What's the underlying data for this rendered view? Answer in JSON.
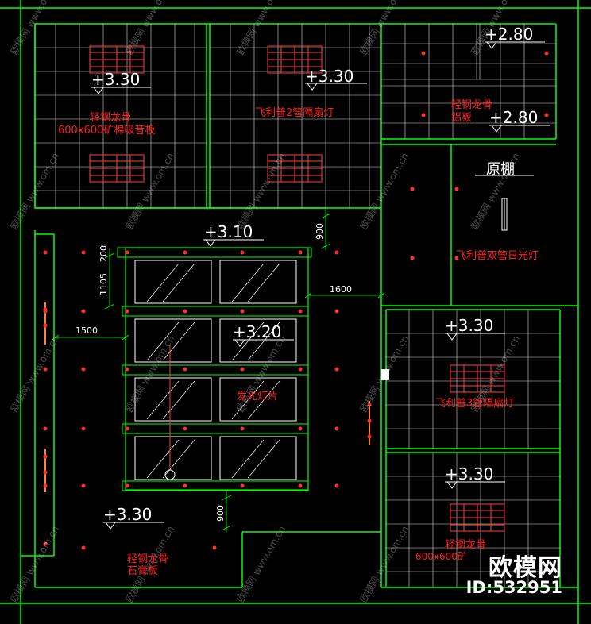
{
  "elevations": {
    "tl": "+3.30",
    "tm": "+3.30",
    "tr": "+2.80",
    "trb": "+2.80",
    "center_top": "+3.10",
    "center_mid": "+3.20",
    "right_mid": "+3.30",
    "right_low": "+3.30",
    "bottom_left": "+3.30"
  },
  "labels": {
    "tl_line1": "轻钢龙骨",
    "tl_line2": "600x600矿棉吸音板",
    "tm": "飞利普2管隔扇灯",
    "tr_line1": "轻钢龙骨",
    "tr_line2": "铝板",
    "original_ceiling": "原棚",
    "right_tube": "飞利普双管日光灯",
    "center": "发光灯片",
    "right_mid": "飞利普3管隔扇灯",
    "bl_line1": "轻钢龙骨",
    "bl_line2": "石膏板",
    "br_line1": "轻钢龙骨",
    "br_line2": "600x600矿"
  },
  "dimensions": {
    "d900_top": "900",
    "d1105": "1105",
    "d200": "200",
    "d1500": "1500",
    "d1600": "1600",
    "d900_bottom": "900"
  },
  "watermark": {
    "text": "欧模网 www.om.cn"
  },
  "brand": {
    "name": "欧模网",
    "id": "ID:532951"
  },
  "colors": {
    "background": "#000000",
    "wall": "#00ff00",
    "grid": "#ffffff",
    "light": "#ff3030",
    "text_red": "#ff2020",
    "dim": "#00ff00"
  }
}
